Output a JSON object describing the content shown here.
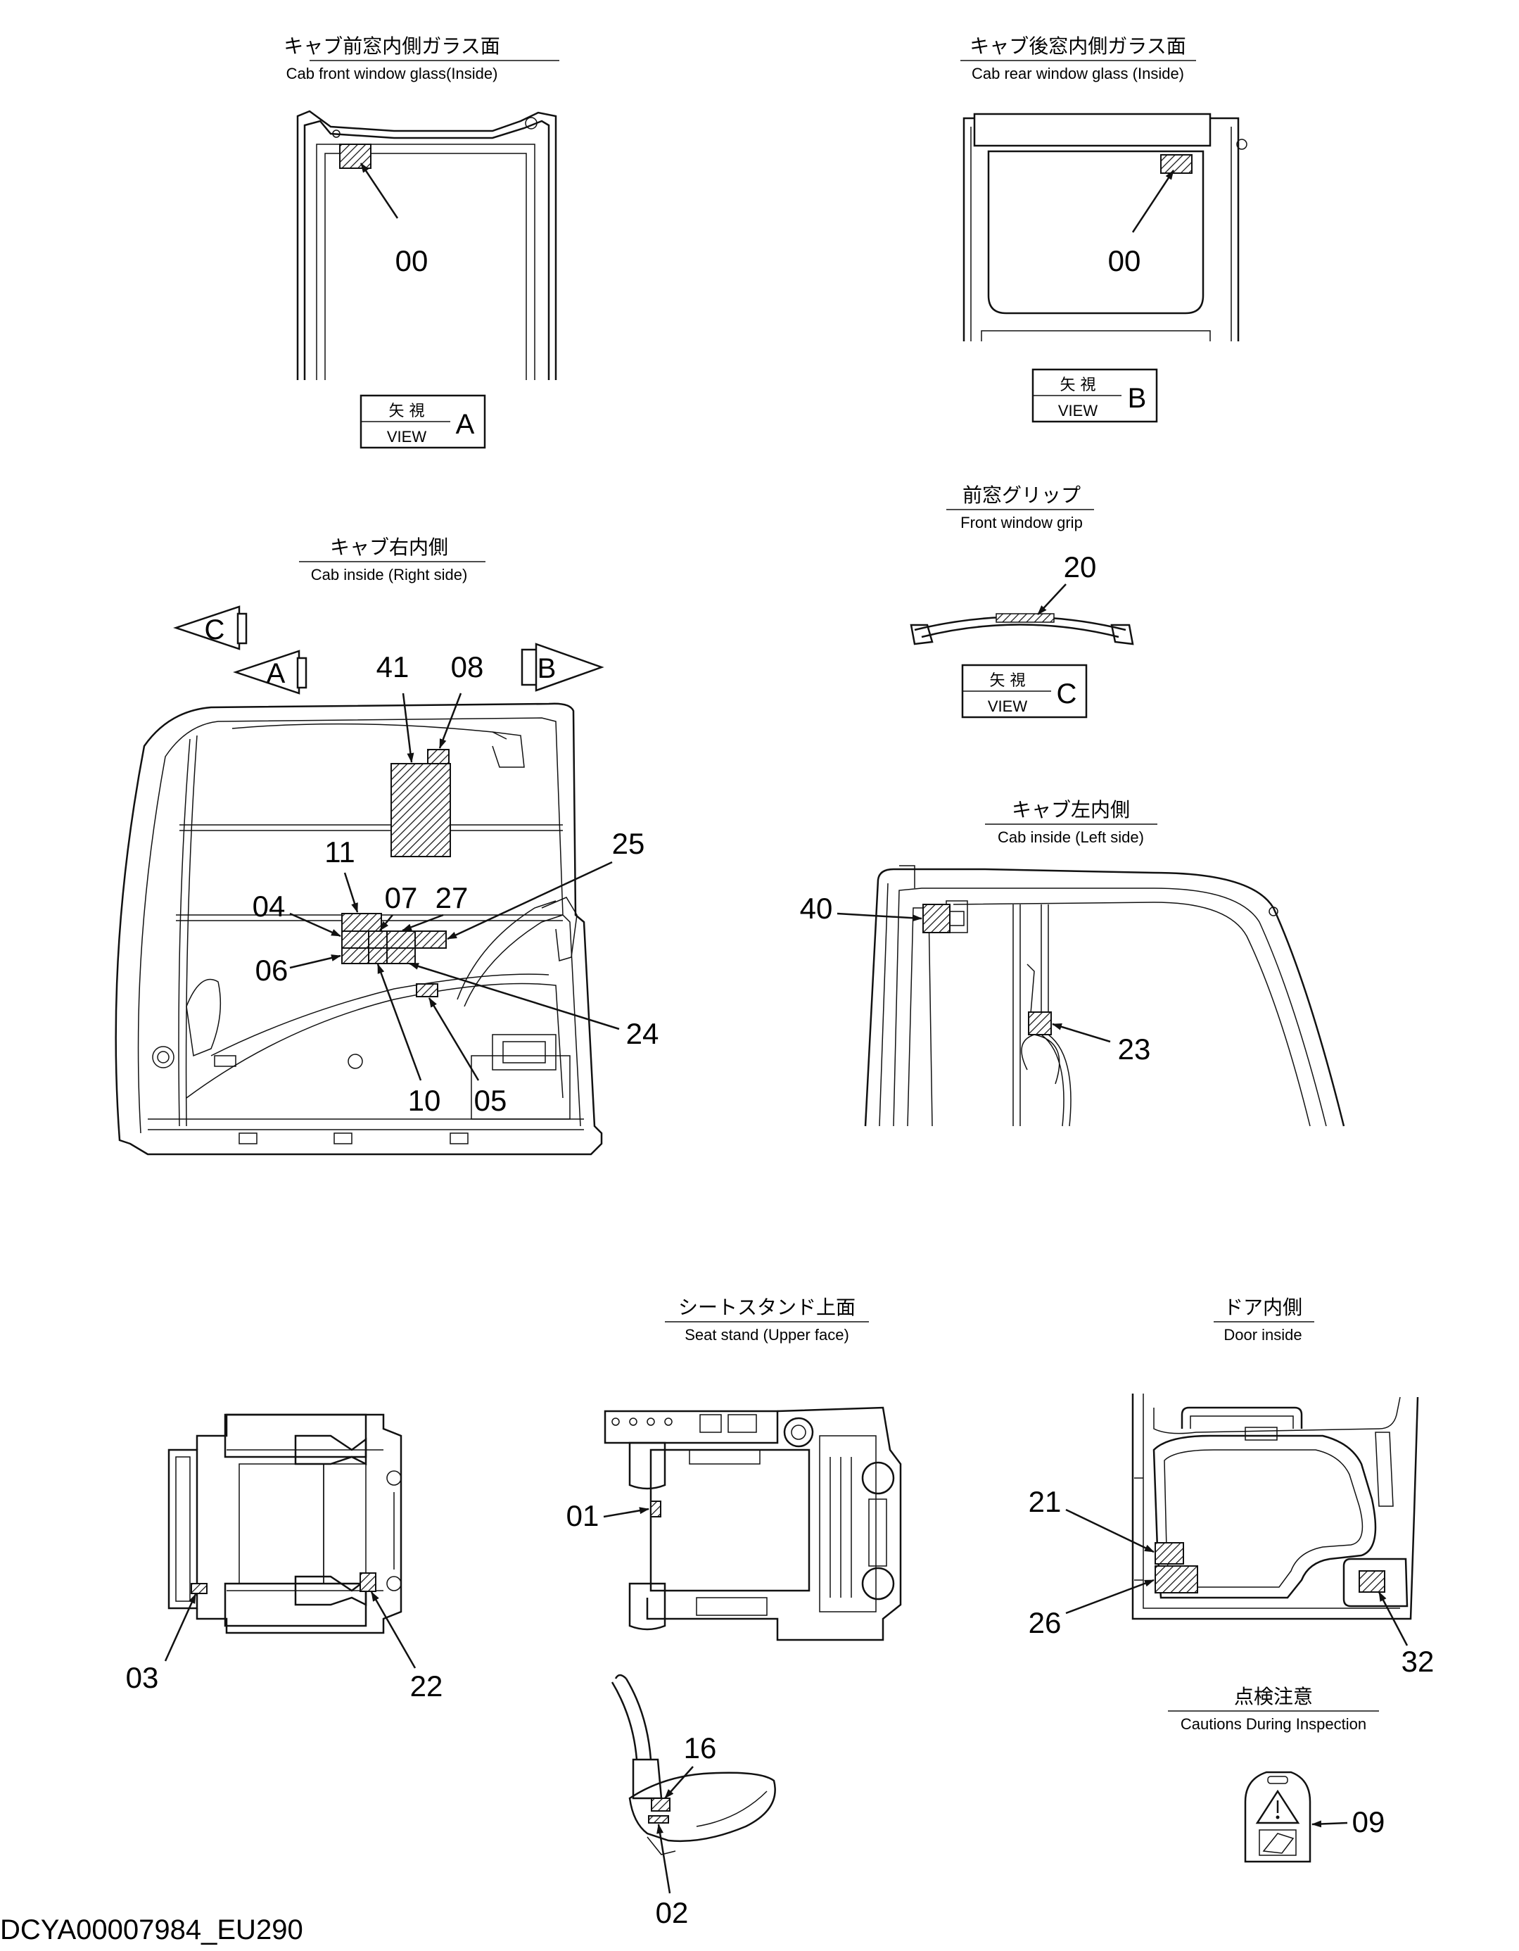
{
  "views": {
    "front_glass": {
      "title_jp": "キャブ前窓内側ガラス面",
      "title_en": "Cab front window glass(Inside)"
    },
    "rear_glass": {
      "title_jp": "キャブ後窓内側ガラス面",
      "title_en": "Cab rear window glass (Inside)"
    },
    "right_inside": {
      "title_jp": "キャブ右内側",
      "title_en": "Cab inside (Right side)"
    },
    "grip": {
      "title_jp": "前窓グリップ",
      "title_en": "Front window grip"
    },
    "left_inside": {
      "title_jp": "キャブ左内側",
      "title_en": "Cab inside (Left side)"
    },
    "seat_stand": {
      "title_jp": "シートスタンド上面",
      "title_en": "Seat stand (Upper face)"
    },
    "door_inside": {
      "title_jp": "ドア内側",
      "title_en": "Door inside"
    },
    "cautions": {
      "title_jp": "点検注意",
      "title_en": "Cautions During Inspection"
    }
  },
  "view_boxes": {
    "a": {
      "jp": "矢 視",
      "en": "VIEW",
      "letter": "A"
    },
    "b": {
      "jp": "矢 視",
      "en": "VIEW",
      "letter": "B"
    },
    "c": {
      "jp": "矢 視",
      "en": "VIEW",
      "letter": "C"
    }
  },
  "arrows": {
    "a": "A",
    "b": "B",
    "c": "C"
  },
  "labels": {
    "front_00": "00",
    "rear_00": "00",
    "n41": "41",
    "n08": "08",
    "n11": "11",
    "n04": "04",
    "n07": "07",
    "n27": "27",
    "n25": "25",
    "n06": "06",
    "n24": "24",
    "n10": "10",
    "n05": "05",
    "n20": "20",
    "n40": "40",
    "n23": "23",
    "n01": "01",
    "n03": "03",
    "n22": "22",
    "n21": "21",
    "n26": "26",
    "n32": "32",
    "n16": "16",
    "n02": "02",
    "n09": "09"
  },
  "drawing_code": "DCYA00007984_EU290"
}
